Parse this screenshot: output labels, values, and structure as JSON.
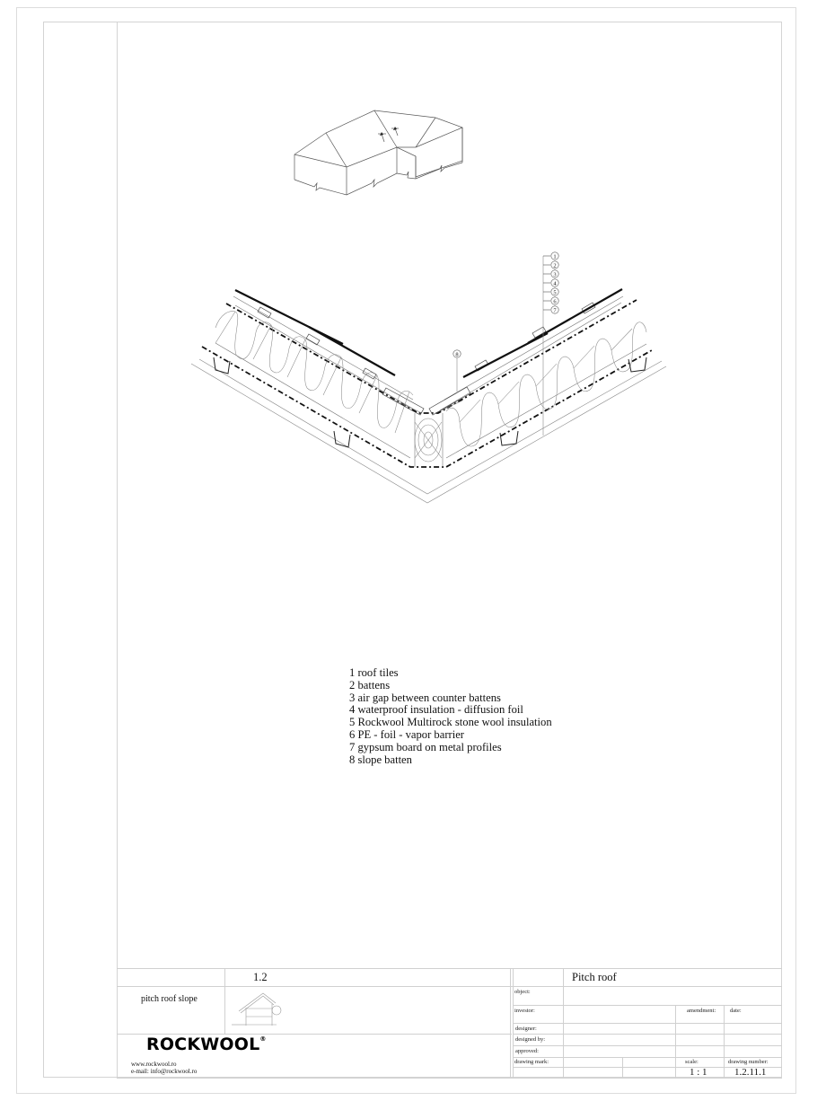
{
  "drawing": {
    "callouts": [
      "1",
      "2",
      "3",
      "4",
      "5",
      "6",
      "7"
    ],
    "slope_batten_callout": "8",
    "legend": [
      "1 roof tiles",
      "2 battens",
      "3 air gap between counter battens",
      "4 waterproof insulation - diffusion foil",
      "5 Rockwool Multirock stone wool insulation",
      "6 PE - foil - vapor barrier",
      "7 gypsum board on metal profiles",
      "8 slope batten"
    ]
  },
  "title_block": {
    "section_number": "1.2",
    "detail_name": "pitch roof slope",
    "drawing_title": "Pitch roof",
    "brand": {
      "logo": "ROCKWOOL",
      "registered": "®",
      "website": "www.rockwool.ro",
      "email": "e-mail: info@rockwool.ro"
    },
    "labels": {
      "object": "object:",
      "investor": "investor:",
      "amendment": "amendment:",
      "date": "date:",
      "designer": "designer:",
      "designed_by": "designed by:",
      "approved": "approved:",
      "drawing_mark": "drawing mark:",
      "scale": "scale:",
      "drawing_number": "drawing number:"
    },
    "values": {
      "scale": "1 : 1",
      "drawing_number": "1.2.11.1"
    }
  }
}
